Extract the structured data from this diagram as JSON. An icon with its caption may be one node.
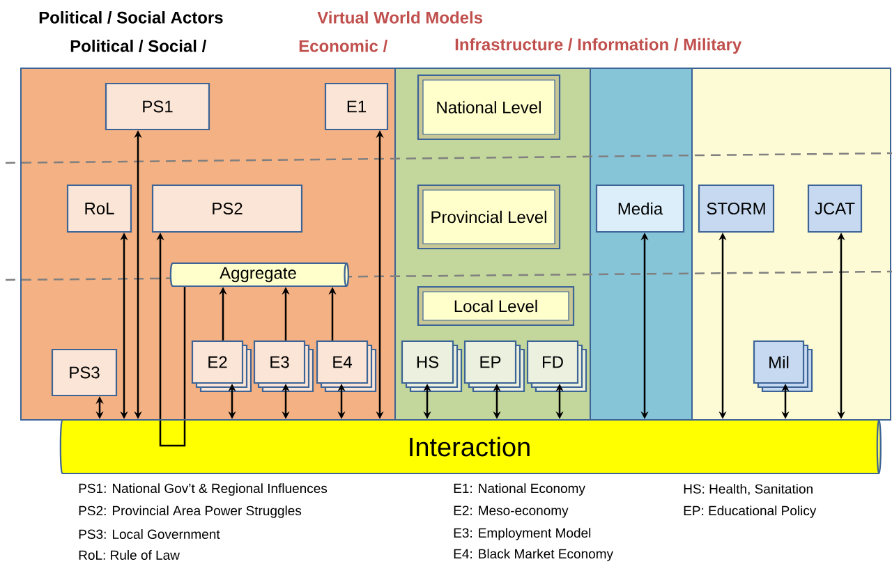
{
  "diagram": {
    "nodes": [
      {
        "text": [],
        "shape": "box"
      },
      {
        "text": [
          "PS1"
        ],
        "in": 0
      },
      {
        "text": [
          "E1"
        ],
        "in": 0
      },
      {
        "text": [
          "RoL"
        ],
        "in": 0
      },
      {
        "text": [
          "PS2"
        ],
        "in": 0
      },
      {
        "text": [
          "Aggregate"
        ],
        "in": 0
      },
      {
        "text": [
          "PS3"
        ],
        "in": 0
      },
      {
        "text": [
          "E2"
        ],
        "in": 0
      },
      {
        "text": [
          "E3"
        ],
        "in": 0
      },
      {
        "text": [
          "E4"
        ],
        "in": 0
      },
      {
        "text": [],
        "shape": "box"
      },
      {
        "text": [
          "National Level"
        ],
        "in": 10
      },
      {
        "text": [
          "Provincial Level"
        ],
        "in": 10
      },
      {
        "text": [
          "Local Level"
        ],
        "in": 10
      },
      {
        "text": [
          "HS"
        ],
        "in": 10
      },
      {
        "text": [
          "EP"
        ],
        "in": 10
      },
      {
        "text": [
          "FD"
        ],
        "in": 10
      },
      {
        "text": [],
        "shape": "box"
      },
      {
        "text": [
          "Media"
        ],
        "in": 17
      },
      {
        "text": [],
        "shape": "box"
      },
      {
        "text": [
          "STORM"
        ],
        "in": 19
      },
      {
        "text": [
          "JCAT"
        ],
        "in": 19
      },
      {
        "text": [
          "Mil"
        ],
        "in": 19
      },
      {
        "text": [
          "Interaction"
        ]
      }
    ],
    "edges": [
      {
        "from": 6,
        "to": 23,
        "arrow": "both"
      },
      {
        "from": 3,
        "to": 23,
        "arrow": "both"
      },
      {
        "from": 1,
        "to": 23,
        "arrow": "both"
      },
      {
        "from": 5,
        "to": 23,
        "arrow": "none"
      },
      {
        "from": 7,
        "to": 5,
        "arrow": "to"
      },
      {
        "from": 8,
        "to": 5,
        "arrow": "to"
      },
      {
        "from": 9,
        "to": 5,
        "arrow": "to"
      },
      {
        "from": 7,
        "to": 23,
        "arrow": "both"
      },
      {
        "from": 8,
        "to": 23,
        "arrow": "both"
      },
      {
        "from": 9,
        "to": 23,
        "arrow": "both"
      },
      {
        "from": 2,
        "to": 23,
        "arrow": "both"
      },
      {
        "from": 14,
        "to": 23,
        "arrow": "both"
      },
      {
        "from": 15,
        "to": 23,
        "arrow": "both"
      },
      {
        "from": 16,
        "to": 23,
        "arrow": "both"
      },
      {
        "from": 18,
        "to": 23,
        "arrow": "both"
      },
      {
        "from": 20,
        "to": 23,
        "arrow": "both"
      },
      {
        "from": 22,
        "to": 23,
        "arrow": "both"
      },
      {
        "from": 21,
        "to": 23,
        "arrow": "both"
      },
      {
        "from": 23,
        "to": 4,
        "arrow": "to"
      }
    ],
    "labels": [
      "Political / Social Actors",
      "Virtual World Models",
      "Political / Social /",
      "Economic /",
      "Infrastructure / Information / Military",
      "PS1: National Gov’t & Regional Influences",
      "E1: National Economy",
      "HS: Health, Sanitation",
      "PS2: Provincial Area Power Struggles",
      "E2: Meso-economy",
      "EP: Educational Policy",
      "PS3: Local Government",
      "E3: Employment Model",
      "RoL: Rule of Law",
      "E4: Black Market Economy"
    ]
  }
}
